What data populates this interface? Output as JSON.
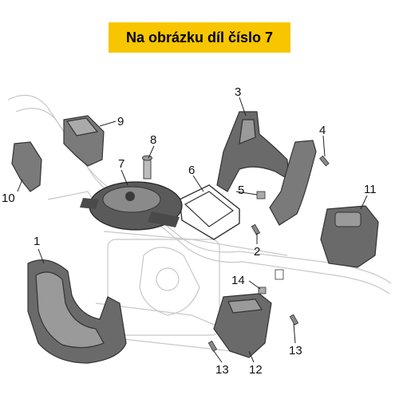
{
  "banner": {
    "text": "Na obrázku díl číslo 7"
  },
  "colors": {
    "banner_bg": "#f7c600",
    "part_fill": "#5a5a5a",
    "part_light": "#9a9a9a",
    "ghost_line": "#c8c8c8"
  },
  "callouts": [
    {
      "id": "1",
      "text": "1"
    },
    {
      "id": "2",
      "text": "2"
    },
    {
      "id": "3",
      "text": "3"
    },
    {
      "id": "4",
      "text": "4"
    },
    {
      "id": "5",
      "text": "5"
    },
    {
      "id": "6",
      "text": "6"
    },
    {
      "id": "7",
      "text": "7"
    },
    {
      "id": "8",
      "text": "8"
    },
    {
      "id": "9",
      "text": "9"
    },
    {
      "id": "10",
      "text": "10"
    },
    {
      "id": "11",
      "text": "11"
    },
    {
      "id": "12",
      "text": "12"
    },
    {
      "id": "13a",
      "text": "13"
    },
    {
      "id": "13b",
      "text": "13"
    },
    {
      "id": "14",
      "text": "14"
    }
  ]
}
